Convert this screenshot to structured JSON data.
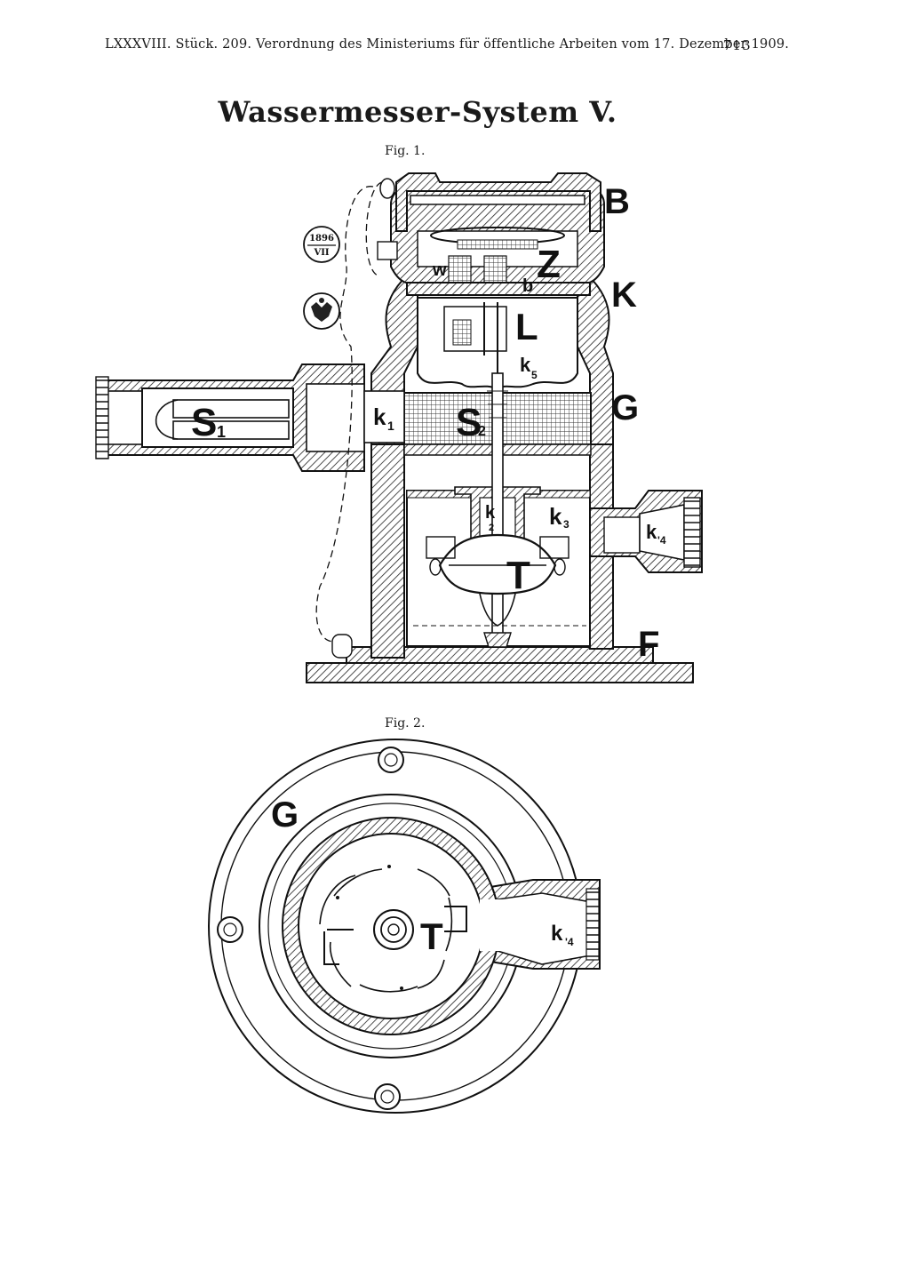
{
  "header": {
    "running_head": "LXXXVIII. Stück. 209. Verordnung des Ministeriums für öffentliche Arbeiten vom 17. Dezember 1909.",
    "page_number": "713"
  },
  "title": "Wassermesser-System V.",
  "figure1": {
    "caption": "Fig. 1.",
    "stamp_year": "1896",
    "stamp_roman": "VII",
    "labels": {
      "B": "B",
      "Z": "Z",
      "K": "K",
      "w": "w",
      "b": "b",
      "L": "L",
      "k5": "k",
      "k5_sub": "5",
      "G": "G",
      "S1": "S",
      "S1_sub": "1",
      "k1": "k",
      "k1_sub": "1",
      "S2": "S",
      "S2_sub": "2",
      "k2": "k",
      "k2_sub": "2",
      "k3": "k",
      "k3_sub": "3",
      "k4": "k",
      "k4_sub": "'4",
      "T": "T",
      "F": "F"
    }
  },
  "figure2": {
    "caption": "Fig. 2.",
    "labels": {
      "G": "G",
      "T": "T",
      "k4": "k",
      "k4_sub": "'4"
    }
  }
}
